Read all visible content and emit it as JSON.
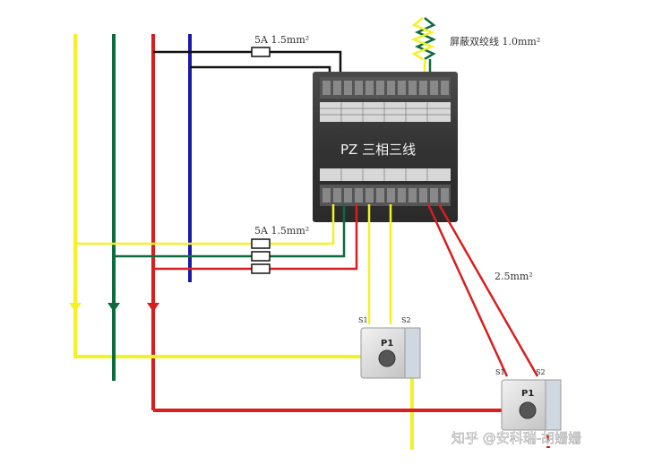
{
  "labels": {
    "fuse_top": "5A  1.5mm²",
    "fuse_bottom": "5A  1.5mm²",
    "twisted_pair": "屏蔽双绞线  1.0mm²",
    "ct_wire": "2.5mm²",
    "meter_title": "PZ  三相三线",
    "ct1_name": "P1",
    "ct2_name": "P1",
    "ct1_s1": "S1",
    "ct1_s2": "S2",
    "ct2_s1": "S1",
    "ct2_s2": "S2",
    "watermark": "知乎 @安科瑞-胡姗姗"
  },
  "colors": {
    "phase_a": "#f2f224",
    "phase_b": "#0e6b3c",
    "phase_c": "#d81e1e",
    "neutral": "#1a1aa8",
    "control": "#111111",
    "meter_body": "#3a3a3a"
  },
  "icons": {
    "twisted_pair": "zigzag-antenna-icon",
    "fuse": "fuse-icon",
    "arrow": "down-arrow-icon"
  }
}
